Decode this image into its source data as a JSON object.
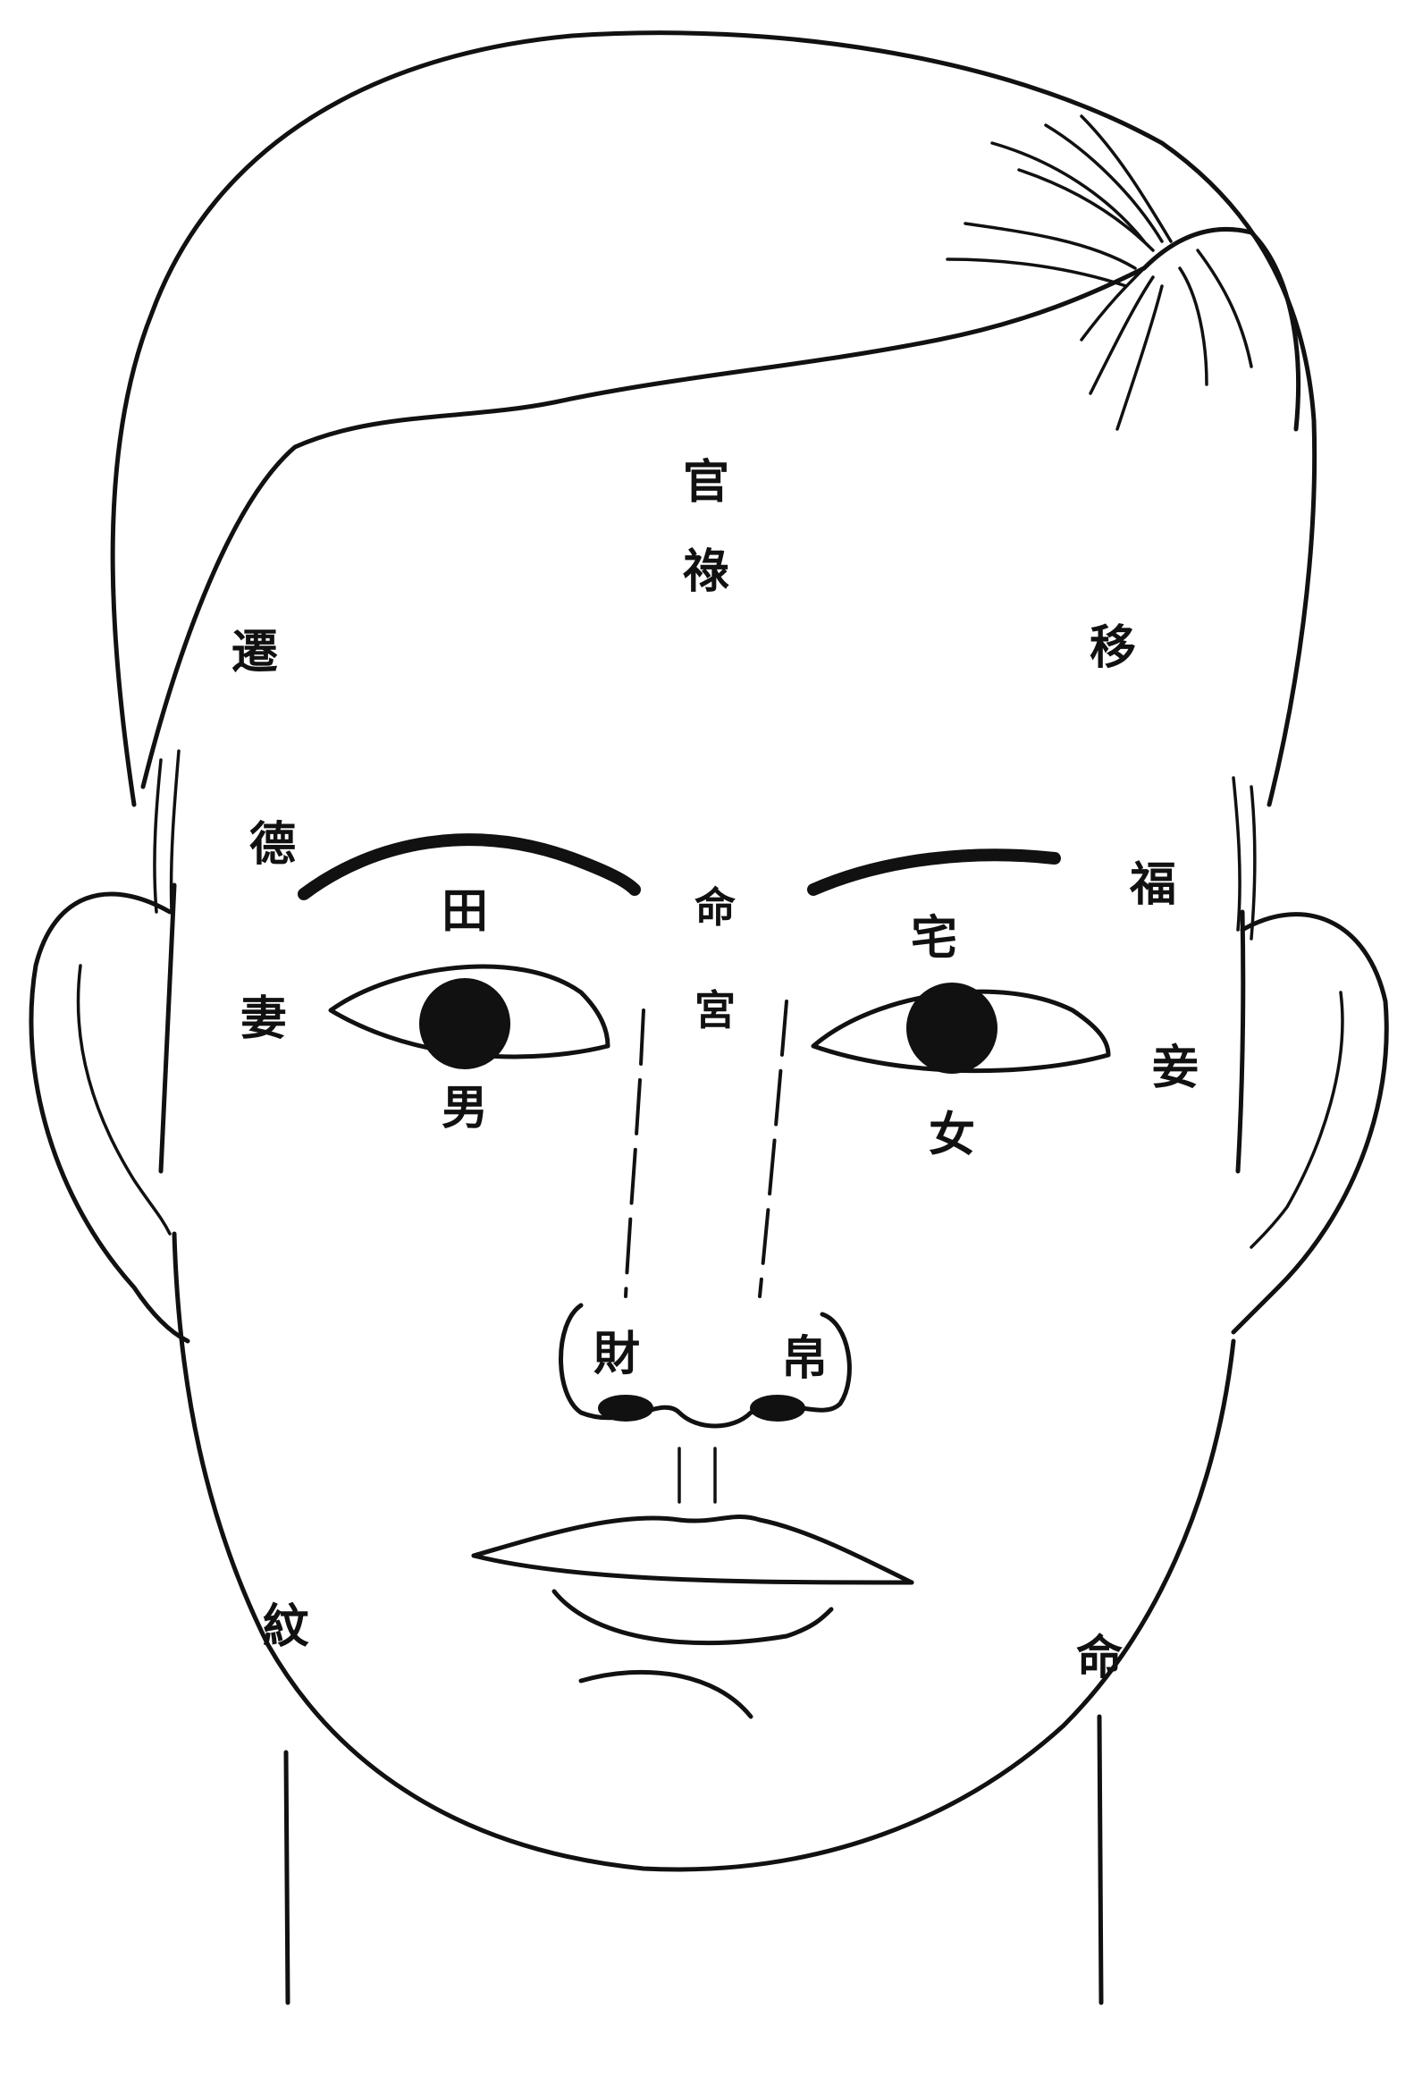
{
  "labels": {
    "guan": "官",
    "lu": "祿",
    "qian": "遷",
    "yi": "移",
    "de": "德",
    "fu": "福",
    "tian": "田",
    "zhai": "宅",
    "ming_top": "命",
    "gong": "宮",
    "qi": "妻",
    "qie": "妾",
    "nan": "男",
    "nv": "女",
    "cai": "財",
    "bo": "帛",
    "wen": "紋",
    "ming_bottom": "命"
  },
  "colors": {
    "ink": "#111111",
    "paper": "#ffffff"
  }
}
